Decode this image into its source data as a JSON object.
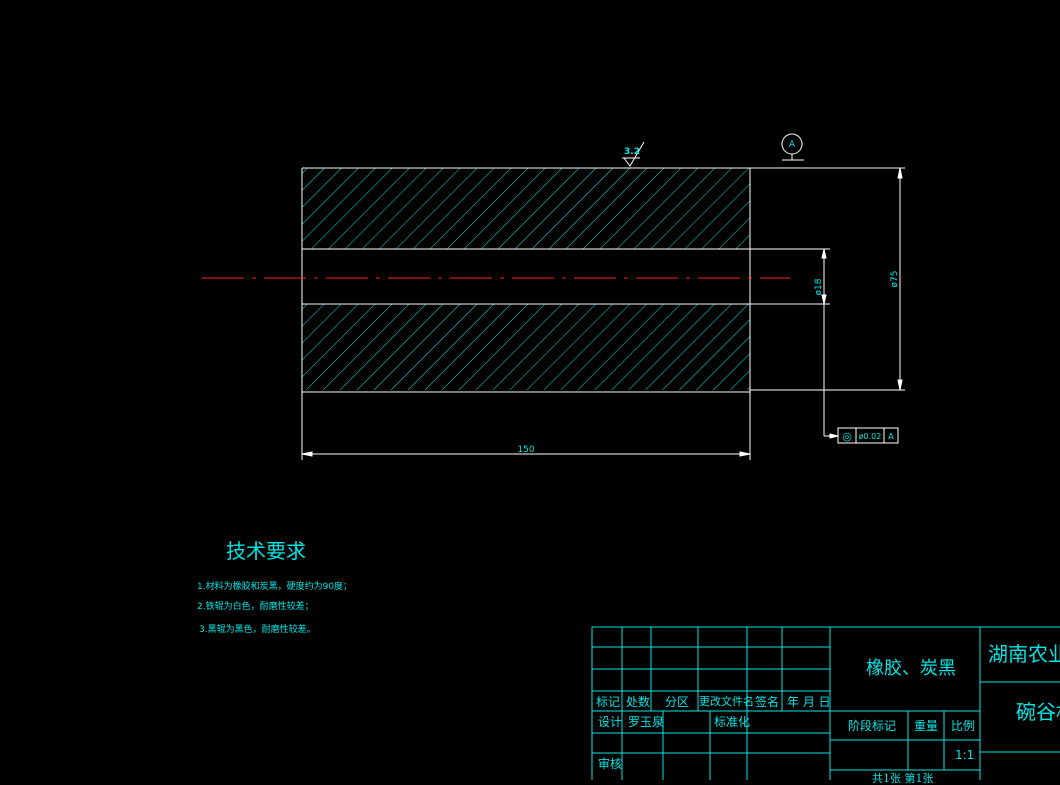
{
  "drawing": {
    "dimensions": {
      "length": "150",
      "outer_diameter": "ø75",
      "inner_diameter": "ø18"
    },
    "roughness": "3.2",
    "datum_label": "A",
    "tolerance_frame": {
      "symbol": "◎",
      "value": "ø0.02",
      "datum": "A"
    }
  },
  "technical_requirements": {
    "title": "技术要求",
    "items": [
      "1.材料为橡胶和炭黑，硬度约为90度；",
      "2.铁辊为白色，耐磨性较差；",
      "3.黑辊为黑色，耐磨性较差。"
    ]
  },
  "title_block": {
    "material": "橡胶、炭黑",
    "organization": "湖南农业大",
    "part_name": "碗谷机",
    "headers": [
      "标记",
      "处数",
      "分区",
      "更改文件名",
      "签名",
      "年 月 日"
    ],
    "design_label": "设计",
    "designer": "罗玉泉",
    "standardization_label": "标准化",
    "review_label": "审核",
    "stage_label": "阶段标记",
    "weight_label": "重量",
    "scale_label": "比例",
    "scale": "1:1",
    "sheet_info": "共1张  第1张"
  },
  "colors": {
    "geometry": "#ffffff",
    "annotation": "#00e5e5",
    "centerline": "#ff2020",
    "background": "#000000"
  }
}
